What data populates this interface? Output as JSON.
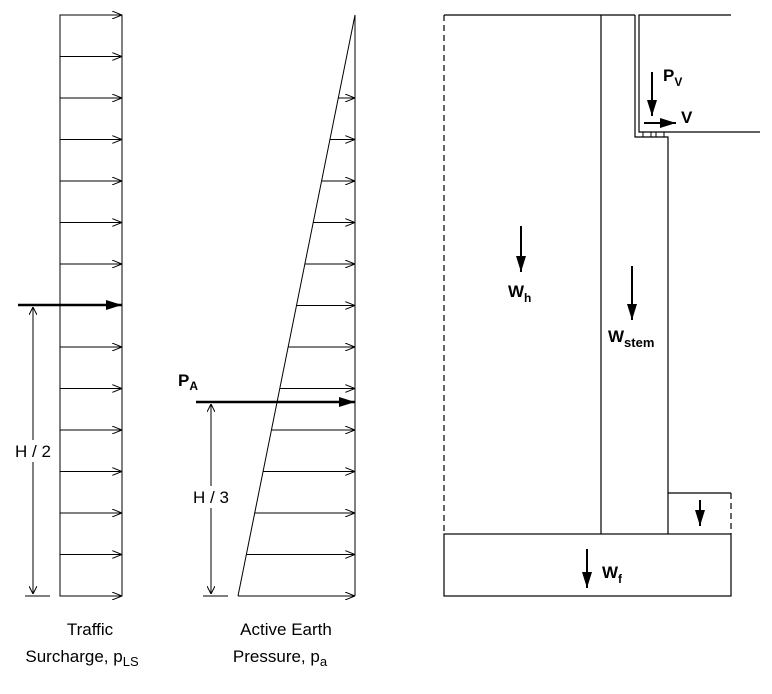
{
  "traffic": {
    "dim_label": "H / 2",
    "caption_line1": "Traffic",
    "caption_line2": "Surcharge, p",
    "caption_sub": "LS"
  },
  "earth": {
    "force_label": "P",
    "force_sub": "A",
    "dim_label": "H / 3",
    "caption_line1": "Active Earth",
    "caption_line2": "Pressure, p",
    "caption_sub": "a"
  },
  "wall": {
    "pv": "P",
    "pv_sub": "V",
    "v": "V",
    "wh": "W",
    "wh_sub": "h",
    "wstem": "W",
    "wstem_sub": "stem",
    "wf": "W",
    "wf_sub": "f"
  }
}
